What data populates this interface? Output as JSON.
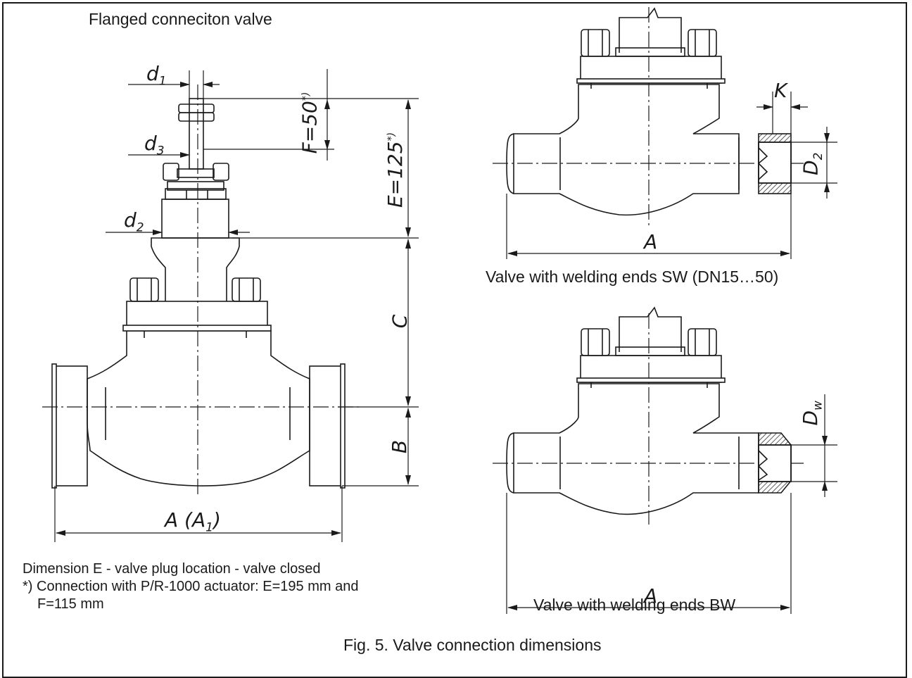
{
  "titles": {
    "flanged": "Flanged conneciton valve",
    "sw": "Valve with welding ends SW (DN15…50)",
    "bw": "Valve with welding ends BW",
    "figure": "Fig. 5. Valve connection dimensions"
  },
  "notes": {
    "line1": "Dimension E - valve plug location - valve closed",
    "line2": "*)  Connection with P/R-1000 actuator: E=195 mm and",
    "line3": "F=115 mm"
  },
  "dims": {
    "d1": "d",
    "d1_sub": "1",
    "d3": "d",
    "d3_sub": "3",
    "d2": "d",
    "d2_sub": "2",
    "F": "F=50",
    "F_sup": "*)",
    "E": "E=125",
    "E_sup": "*)",
    "C": "C",
    "B": "B",
    "A_A1": "A  (A",
    "A_A1_sub": "1",
    "A_A1_close": ")",
    "K": "K",
    "D2": "D",
    "D2_sub": "2",
    "A_sw": "A",
    "Dw": "D",
    "Dw_sub": "w",
    "A_bw": "A"
  },
  "colors": {
    "line": "#1a1a1a",
    "hatch": "#1a1a1a"
  }
}
